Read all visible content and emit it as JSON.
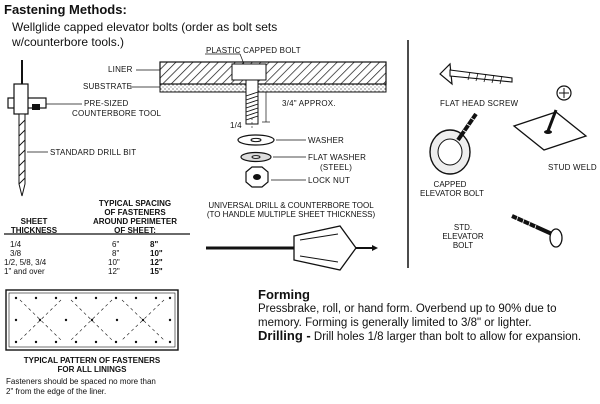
{
  "section_title": "Fastening Methods:",
  "intro": [
    "Wellglide capped elevator bolts (order as bolt sets",
    "w/counterbore tools.)"
  ],
  "labels": {
    "plastic_capped_bolt": "PLASTIC CAPPED BOLT",
    "liner": "LINER",
    "substrate": "SUBSTRATE",
    "approx": "3/4\" APPROX.",
    "quarter": "1/4",
    "washer": "WASHER",
    "flat_washer": "FLAT WASHER",
    "steel": "(STEEL)",
    "lock_nut": "LOCK NUT",
    "pre_sized_1": "PRE-SIZED",
    "pre_sized_2": "COUNTERBORE TOOL",
    "standard_drill_bit": "STANDARD DRILL BIT",
    "universal_1": "UNIVERSAL DRILL & COUNTERBORE TOOL",
    "universal_2": "(TO HANDLE MULTIPLE SHEET THICKNESS)",
    "flat_head_screw": "FLAT HEAD SCREW",
    "stud_weld": "STUD WELD",
    "capped_1": "CAPPED",
    "capped_2": "ELEVATOR BOLT",
    "std_1": "STD.",
    "std_2": "ELEVATOR",
    "std_3": "BOLT"
  },
  "spacing_table": {
    "headers": {
      "thickness": [
        "SHEET",
        "THICKNESS"
      ],
      "spacing": [
        "TYPICAL SPACING",
        "OF FASTENERS",
        "AROUND PERIMETER",
        "OF SHEET:"
      ]
    },
    "rows": [
      {
        "thickness": "1/4",
        "spacing": "6\"",
        "bold": "8\""
      },
      {
        "thickness": "3/8",
        "spacing": "8\"",
        "bold": "10\""
      },
      {
        "thickness": "1/2, 5/8, 3/4",
        "spacing": "10\"",
        "bold": "12\""
      },
      {
        "thickness": "1\" and over",
        "spacing": "12\"",
        "bold": "15\""
      }
    ]
  },
  "pattern": {
    "caption": [
      "TYPICAL PATTERN OF FASTENERS",
      "FOR ALL LININGS"
    ],
    "note": [
      "Fasteners should be spaced no more than",
      "2\" from the edge of the liner."
    ]
  },
  "forming": {
    "title": "Forming",
    "text": "Pressbrake, roll, or hand form. Overbend up to 90% due to memory. Forming is generally limited to 3/8\" or lighter."
  },
  "drilling": {
    "title": "Drilling -",
    "text": " Drill holes 1/8 larger than bolt to allow for expansion."
  }
}
